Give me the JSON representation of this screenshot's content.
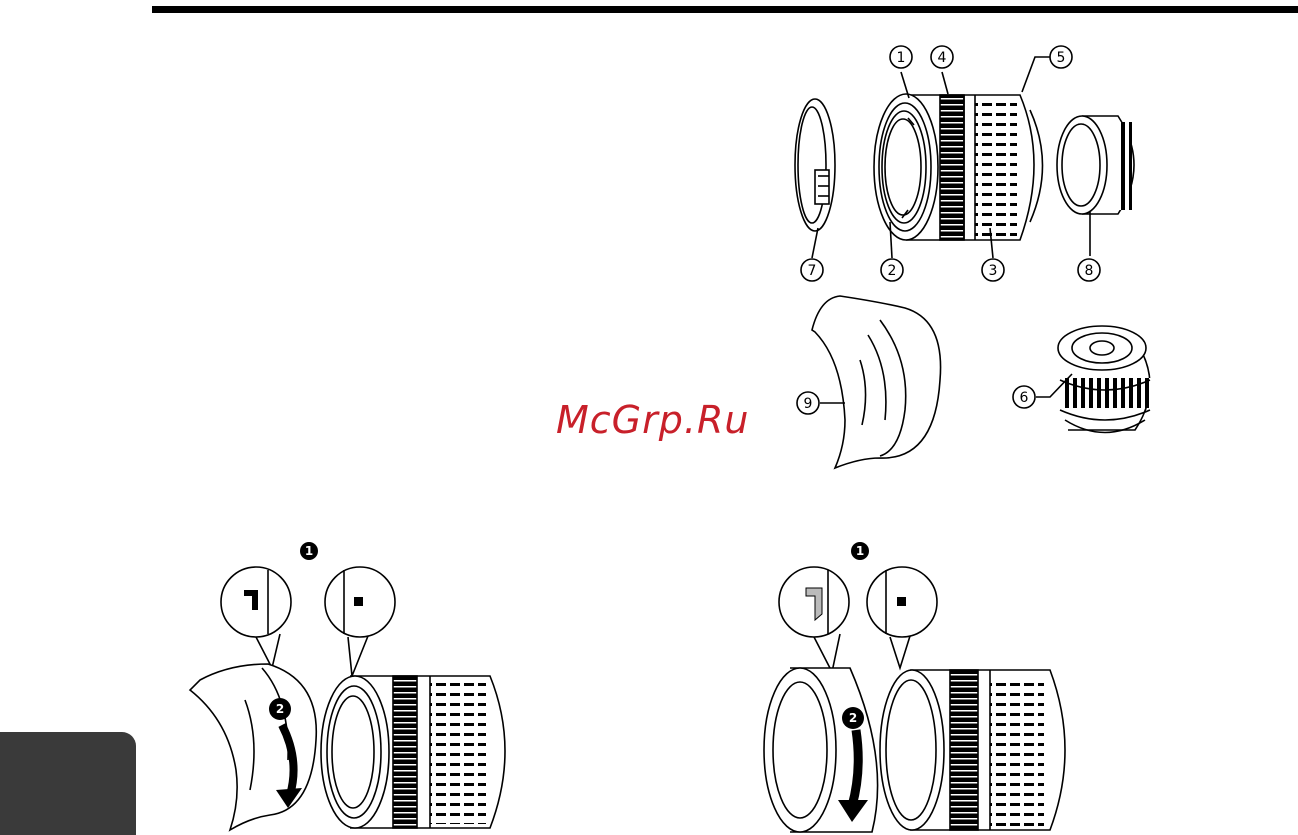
{
  "page": {
    "watermark": "McGrp.Ru",
    "callouts": {
      "c1": "1",
      "c2": "2",
      "c3": "3",
      "c4": "4",
      "c5": "5",
      "c6": "6",
      "c7": "7",
      "c8": "8",
      "c9": "9"
    },
    "steps_left": {
      "s1": "1",
      "s2": "2"
    },
    "steps_right": {
      "s1": "1",
      "s2": "2"
    }
  },
  "colors": {
    "ink": "#000000",
    "side_tab": "#3a3a3a",
    "watermark": "#c8202a"
  }
}
